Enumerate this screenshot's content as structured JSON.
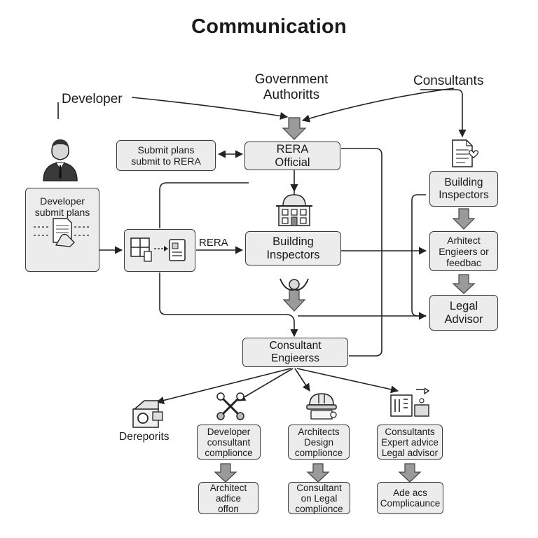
{
  "title": "Communication",
  "headers": {
    "developer": "Developer",
    "government": "Government\nAuthoritts",
    "consultants": "Consultants"
  },
  "boxes": {
    "submit_plans": "Submit plans\nsubmit to RERA",
    "rera_official": "RERA\nOfficial",
    "developer_submit": "Developer\nsubmit plans",
    "building_inspectors_center": "Building\nInspectors",
    "consultant_engineers": "Consultant\nEngieerss",
    "building_inspectors_right": "Building\nInspectors",
    "architect_engineers": "Arhitect\nEngieers or\nfeedbac",
    "legal_advisor": "Legal\nAdvisor",
    "developer_consultant": "Developer\nconsultant\ncomplionce",
    "architects_design": "Architects\nDesign\ncomplionce",
    "consultants_expert": "Consultants\nExpert advice\nLegal advisor",
    "architect_adfice": "Architect\nadfice\noffon",
    "consultant_legal": "Consultant\non Legal\ncomplionce",
    "ade_acs": "Ade acs\nComplicaunce"
  },
  "labels": {
    "rera": "RERA",
    "dereporits": "Dereporits"
  },
  "icons": [
    "person-icon",
    "document-sign-icon",
    "plan-transfer-icon",
    "building-icon",
    "hands-icon",
    "document-heart-icon",
    "camera-box-icon",
    "tools-icon",
    "hardhat-icon",
    "analysis-icon"
  ]
}
